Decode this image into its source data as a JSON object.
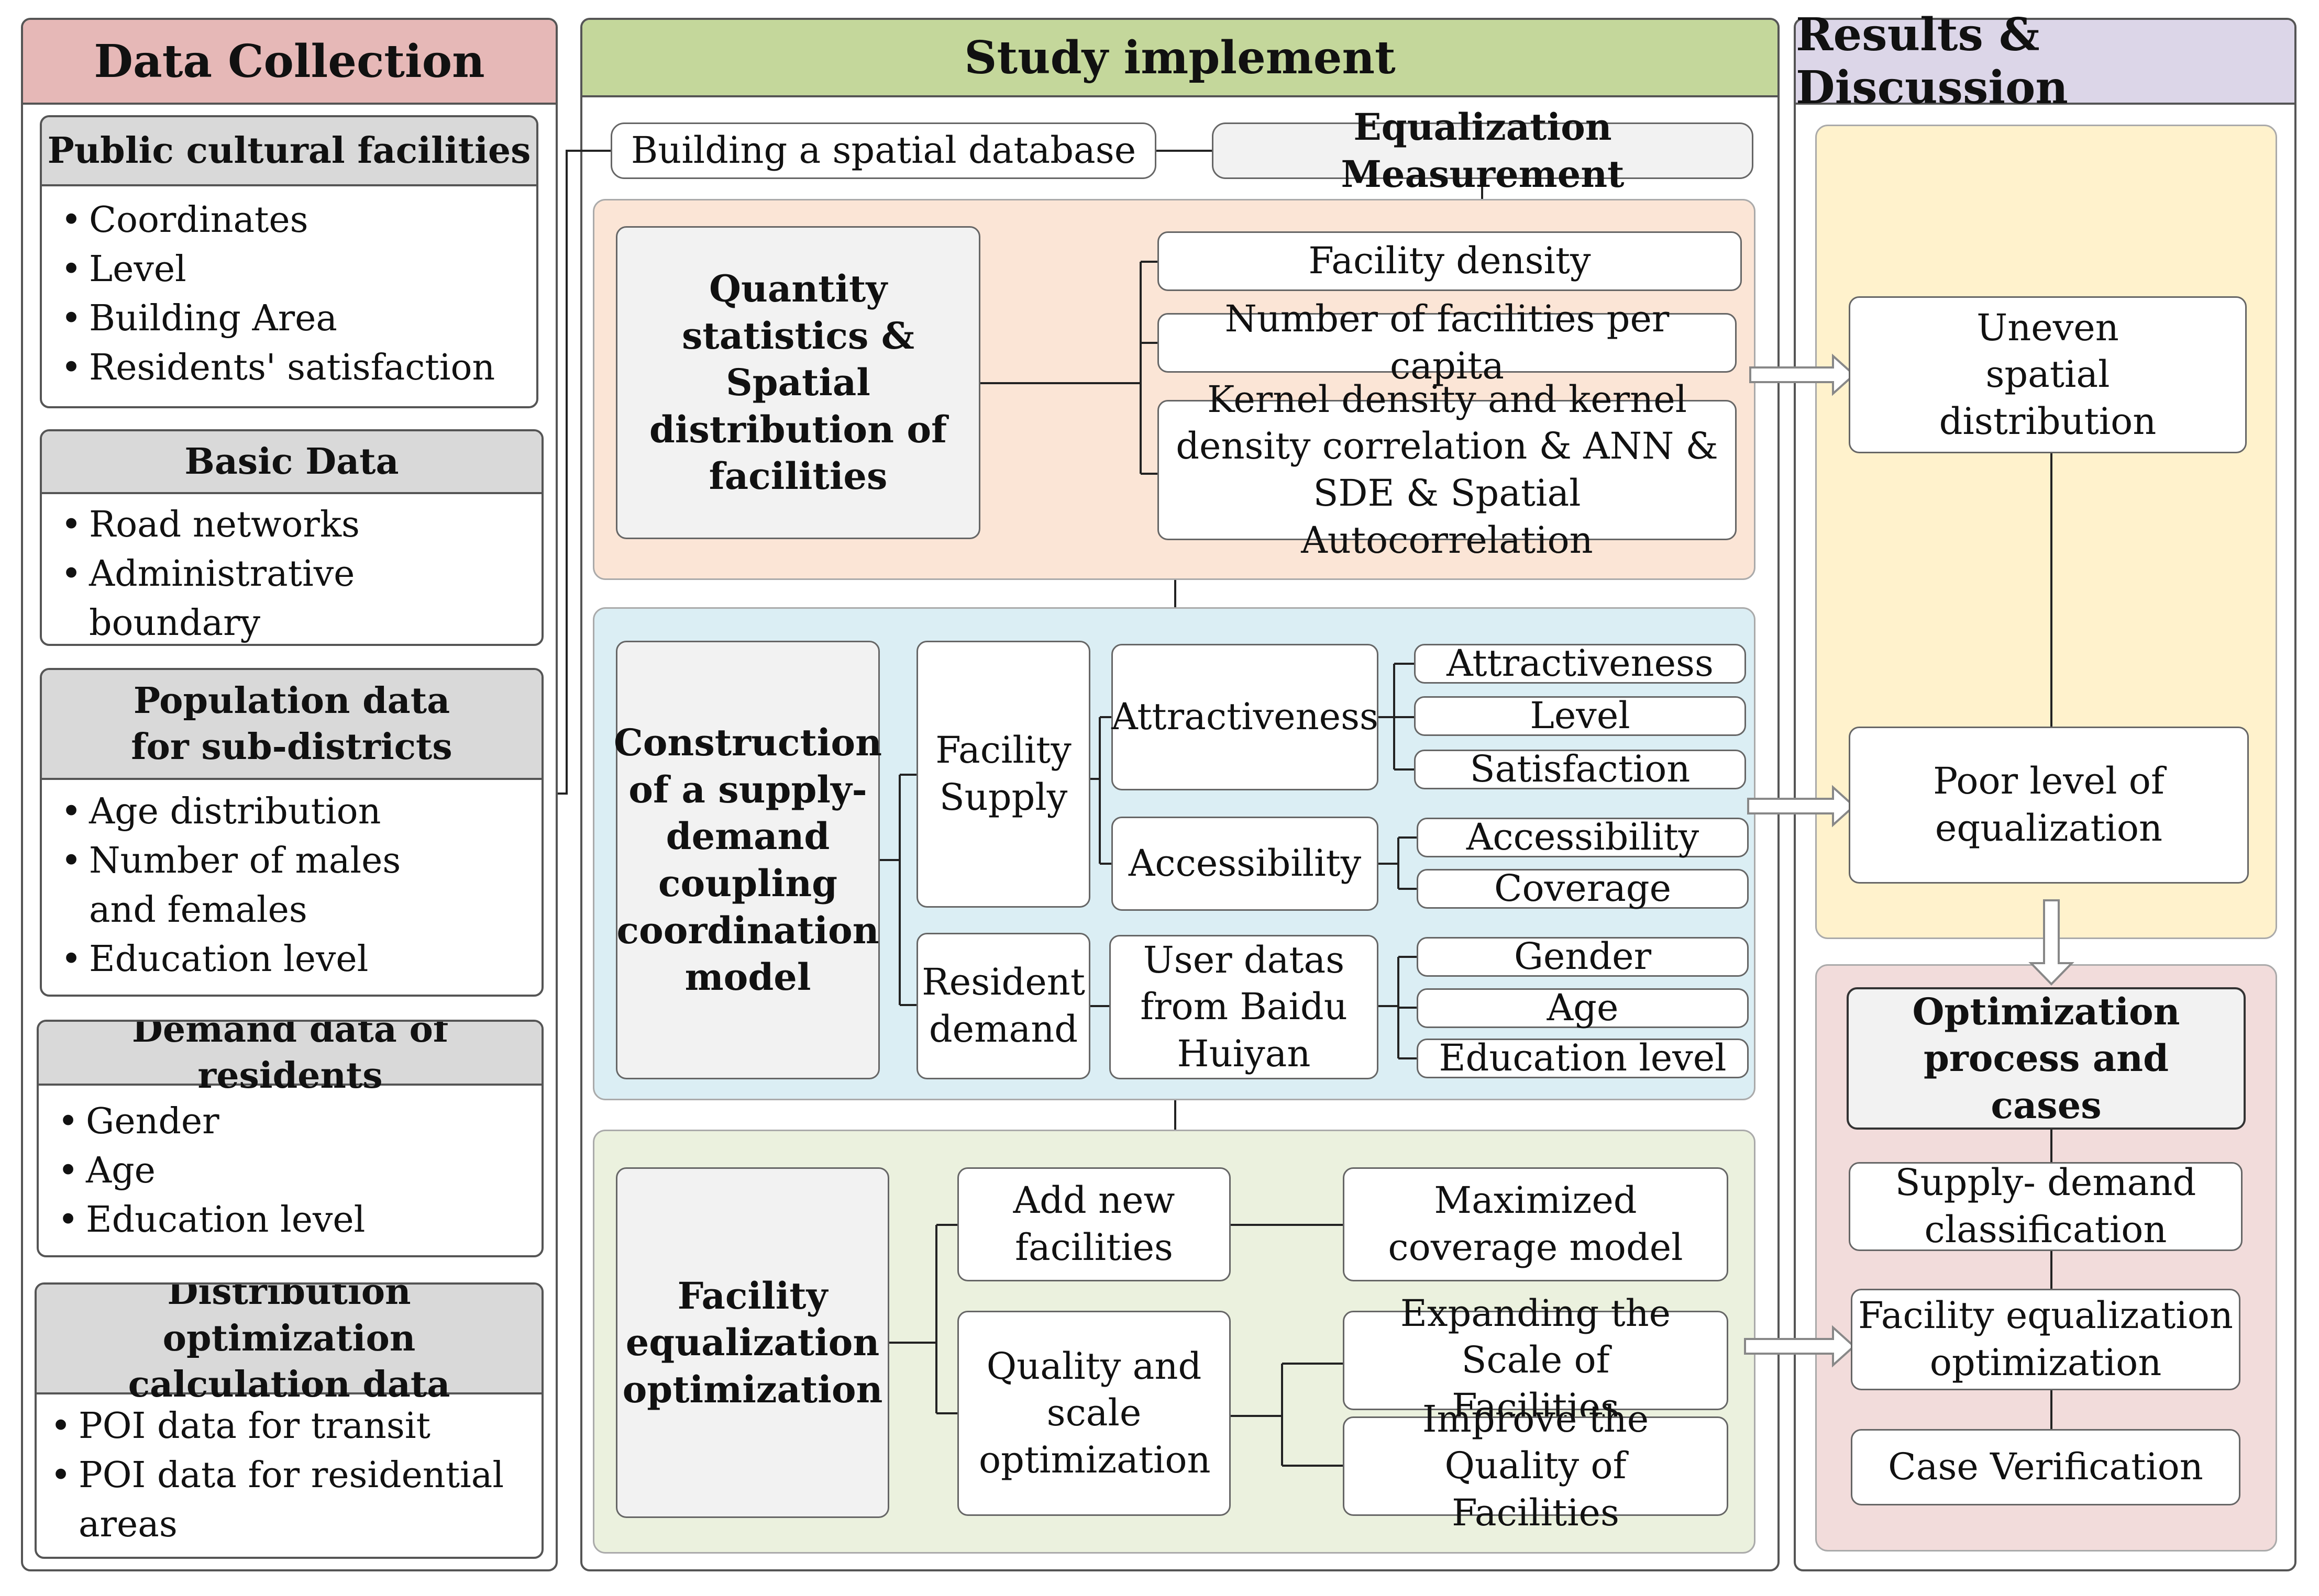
{
  "columns": {
    "data_collection": "Data Collection",
    "study": "Study implement",
    "results": "Results & Discussion"
  },
  "data_cards": [
    {
      "title": "Public cultural facilities",
      "items": [
        "Coordinates",
        "Level",
        "Building Area",
        "Residents' satisfaction"
      ]
    },
    {
      "title": "Basic Data",
      "items": [
        "Road networks",
        "Administrative boundary"
      ]
    },
    {
      "title": "Population data for sub-districts",
      "items": [
        "Age distribution",
        "Number of males and females",
        "Education level"
      ]
    },
    {
      "title": "Demand data of residents",
      "items": [
        "Gender",
        "Age",
        "Education level"
      ]
    },
    {
      "title": "Distribution optimization calculation data",
      "items": [
        "POI data for transit",
        "POI data for residential areas"
      ]
    }
  ],
  "study": {
    "database": "Building a spatial database",
    "measurement": "Equalization Measurement",
    "quantity": {
      "title": "Quantity statistics & Spatial distribution of facilities",
      "items": [
        "Facility density",
        "Number of facilities per capita",
        "Kernel density and kernel density correlation & ANN & SDE & Spatial Autocorrelation"
      ]
    },
    "coupling": {
      "title": "Construction of a supply-demand coupling coordination model",
      "supply": "Facility Supply",
      "demand": "Resident demand",
      "attractiveness": "Attractiveness",
      "attr_items": [
        "Attractiveness",
        "Level",
        "Satisfaction"
      ],
      "accessibility": "Accessibility",
      "access_items": [
        "Accessibility",
        "Coverage"
      ],
      "user_data": "User datas from Baidu Huiyan",
      "user_items": [
        "Gender",
        "Age",
        "Education level"
      ]
    },
    "optimization": {
      "title": "Facility equalization optimization",
      "add": "Add new facilities",
      "coverage": "Maximized coverage model",
      "quality": "Quality and scale optimization",
      "expand": "Expanding the Scale of Facilities",
      "improve": "Improve the Quality of Facilities"
    }
  },
  "results": {
    "uneven": "Uneven spatial distribution",
    "poor": "Poor level of equalization",
    "opt_title": "Optimization process and cases",
    "opt_items": [
      "Supply- demand classification",
      "Facility equalization optimization",
      "Case Verification"
    ]
  },
  "colors": {
    "data_header": "#e6b8b7",
    "study_header": "#c4d79b",
    "results_header": "#dcd6e8",
    "quantity_bg": "#fbe5d6",
    "coupling_bg": "#dbeef4",
    "optimization_bg": "#ebf1de",
    "results_top_bg": "#fff2cc",
    "results_bottom_bg": "#f2dcdb"
  }
}
